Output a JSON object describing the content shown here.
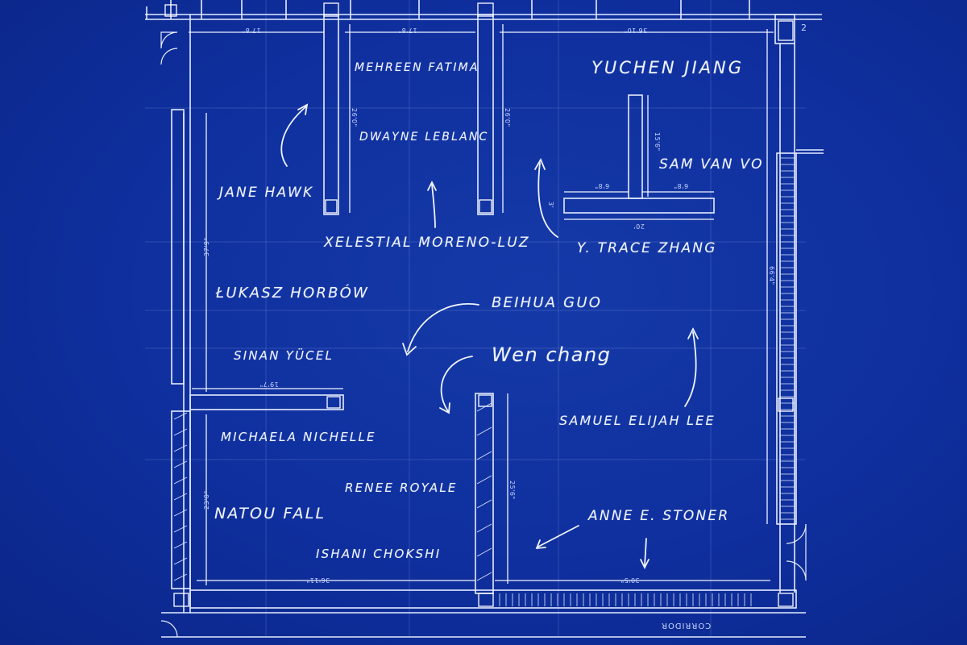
{
  "names": {
    "mehreen": "Mehreen Fatima",
    "dwayne": "Dwayne Leblanc",
    "yuchen": "Yuchen Jiang",
    "sam": "Sam Van Vo",
    "jane": "Jane Hawk",
    "xelestial": "Xelestial Moreno-Luz",
    "trace": "Y. Trace Zhang",
    "lukasz": "Łukasz Horbów",
    "beihua": "Beihua Guo",
    "sinan": "Sinan Yücel",
    "wen": "Wen chang",
    "samuel": "Samuel Elijah Lee",
    "michaela": "Michaela Nichelle",
    "renee": "Renee Royale",
    "natou": "Natou Fall",
    "anne": "Anne E. Stoner",
    "ishani": "Ishani Chokshi"
  },
  "dimensions": {
    "d1": "17'8\"",
    "d2": "17'8\"",
    "d3": "36'10\"",
    "d4": "26'0\"",
    "d5": "26'0\"",
    "d6": "15'6\"",
    "d7": "6'8\"",
    "d8": "6'8\"",
    "d9": "20'",
    "d10": "3'",
    "d11": "37'9\"",
    "d12": "66'4\"",
    "d13": "19'7\"",
    "d14": "23'0\"",
    "d15": "25'6\"",
    "d16": "36'11\"",
    "d17": "30'5\""
  },
  "labels": {
    "corridor": "CORRIDOR",
    "corner_mark": "2"
  },
  "colors": {
    "paper": "#0f2f9e",
    "line": "#dfe8ff"
  }
}
